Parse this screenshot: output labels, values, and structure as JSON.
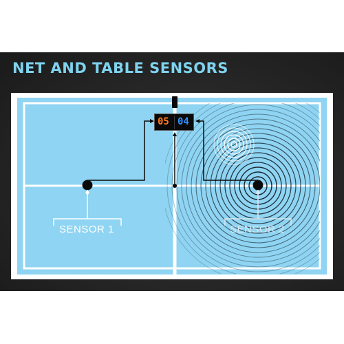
{
  "heading": "NET AND TABLE SENSORS",
  "scoreboard": {
    "left_score": "05",
    "right_score": "04",
    "left_color": "#ff7a1f",
    "right_color": "#2f8fff"
  },
  "sensors": [
    {
      "label": "SENSOR 1"
    },
    {
      "label": "SENSOR 2"
    }
  ],
  "colors": {
    "table_blue": "#8fd4f2",
    "heading_cyan": "#7fd3ef",
    "background": "#262626"
  }
}
